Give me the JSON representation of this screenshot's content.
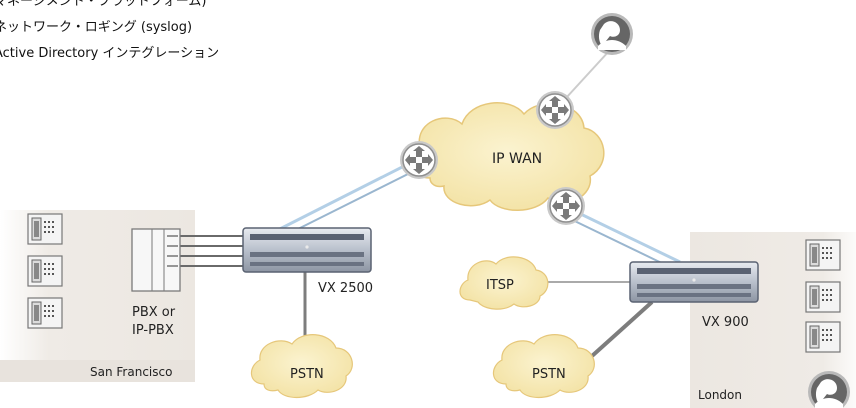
{
  "features": [
    "マネージメント・プラットフォーム)",
    "ネットワーク・ロギング (syslog)",
    "Active Directory インテグレーション"
  ],
  "labels": {
    "ip_wan": "IP WAN",
    "vx2500": "VX 2500",
    "vx900": "VX 900",
    "pbx_line1": "PBX or",
    "pbx_line2": "IP-PBX",
    "san_francisco": "San Francisco",
    "london": "London",
    "itsp": "ITSP",
    "pstn_left": "PSTN",
    "pstn_right": "PSTN"
  },
  "colors": {
    "cloud_fill": "#f8ecba",
    "cloud_stroke": "#e6c77a",
    "site_fill": "#efebe6",
    "link_blue": "#b3cfe6",
    "link_gray": "#8a8a8a",
    "device_dark": "#5a6272"
  },
  "icons": [
    "router-icon",
    "ip-phone-icon",
    "person-phone-icon",
    "pbx-icon",
    "gateway-device-icon"
  ]
}
